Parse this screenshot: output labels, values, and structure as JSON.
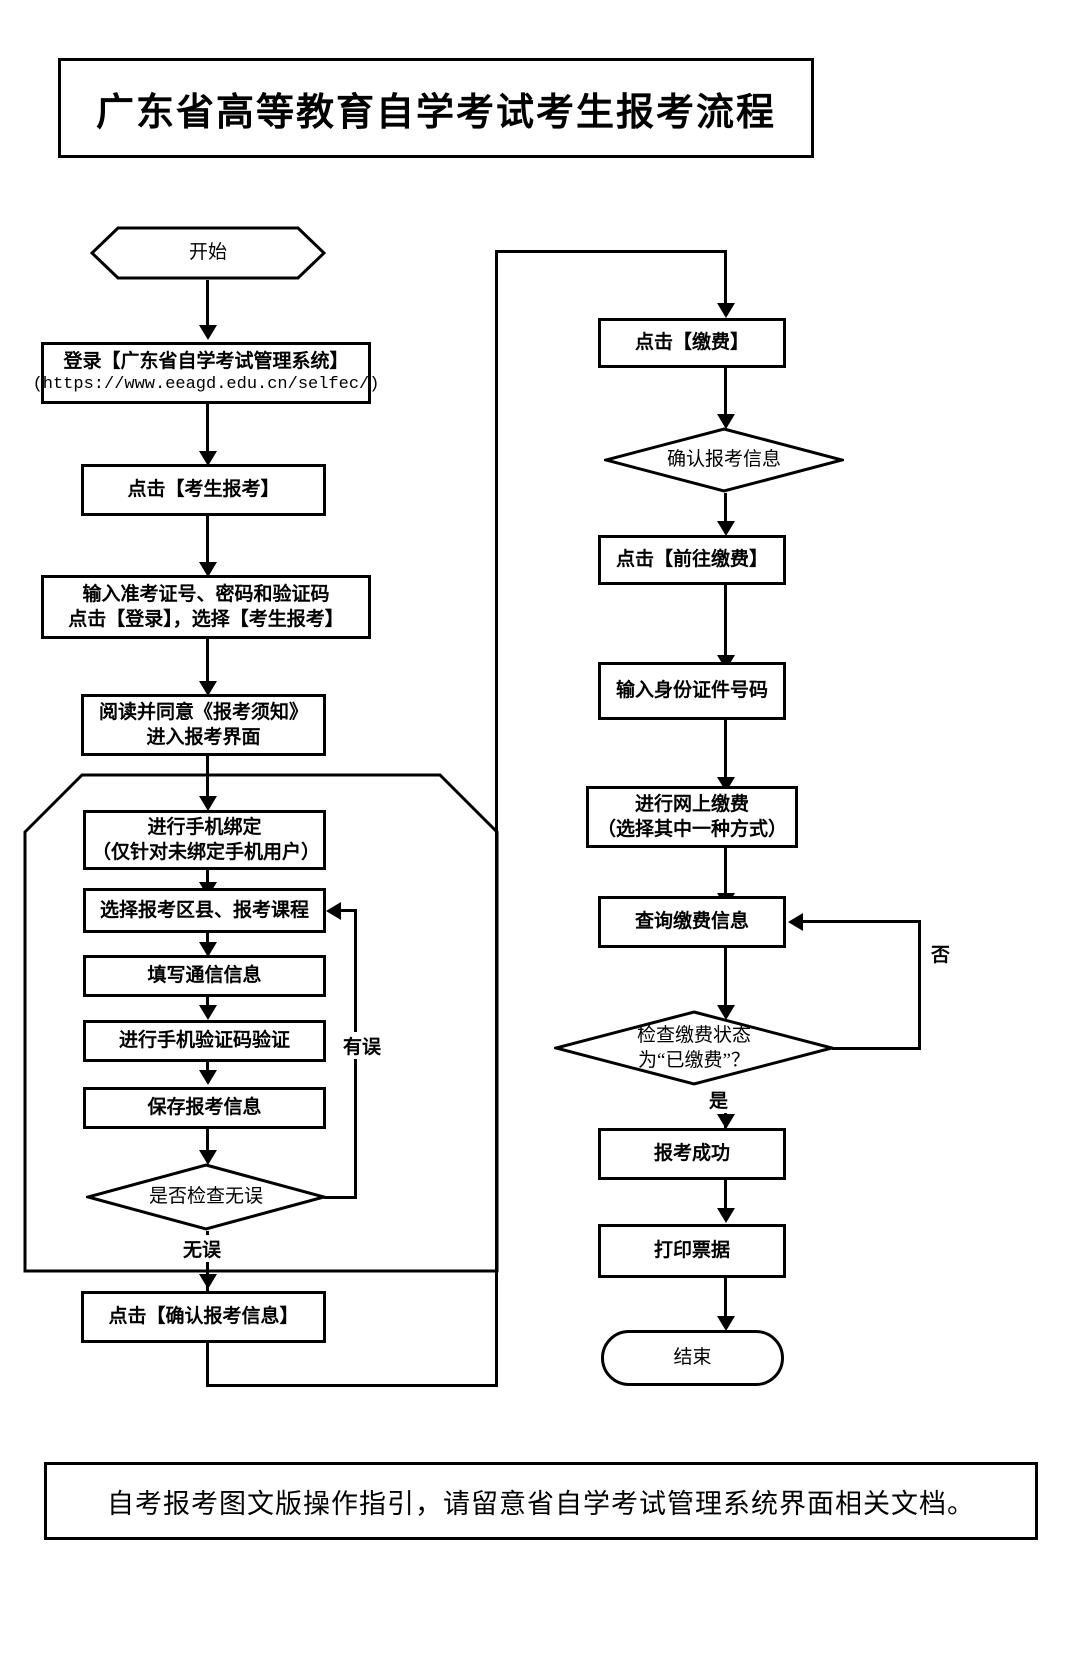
{
  "title": "广东省高等教育自学考试考生报考流程",
  "footer": "自考报考图文版操作指引，请留意省自学考试管理系统界面相关文档。",
  "left_column": {
    "start": "开始",
    "login": {
      "line1": "登录【广东省自学考试管理系统】",
      "line2": "(https://www.eeagd.edu.cn/selfec/)"
    },
    "click_register": "点击【考生报考】",
    "enter_credentials": "输入准考证号、密码和验证码\n点击【登录】，选择【考生报考】",
    "read_notice": "阅读并同意《报考须知》\n进入报考界面",
    "bind_phone": "进行手机绑定\n（仅针对未绑定手机用户）",
    "select_district": "选择报考区县、报考课程",
    "fill_contact": "填写通信信息",
    "verify_sms": "进行手机验证码验证",
    "save_info": "保存报考信息",
    "check_decision": "是否检查无误",
    "confirm_info": "点击【确认报考信息】"
  },
  "right_column": {
    "click_pay": "点击【缴费】",
    "confirm_exam_info": "确认报考信息",
    "click_goto_pay": "点击【前往缴费】",
    "enter_id_number": "输入身份证件号码",
    "online_payment": "进行网上缴费\n（选择其中一种方式）",
    "query_payment": "查询缴费信息",
    "payment_status_decision": "检查缴费状态\n为“已缴费”？",
    "register_success": "报考成功",
    "print_receipt": "打印票据",
    "end": "结束"
  },
  "edge_labels": {
    "error": "有误",
    "no_error": "无误",
    "yes": "是",
    "no": "否"
  },
  "colors": {
    "stroke": "#000000",
    "background": "#ffffff"
  }
}
